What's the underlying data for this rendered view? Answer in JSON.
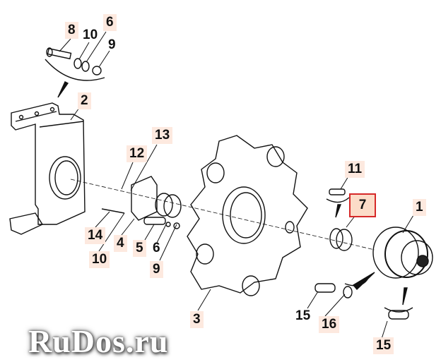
{
  "callouts": [
    {
      "id": "8",
      "text": "8"
    },
    {
      "id": "10a",
      "text": "10"
    },
    {
      "id": "6a",
      "text": "6"
    },
    {
      "id": "9a",
      "text": "9"
    },
    {
      "id": "2",
      "text": "2"
    },
    {
      "id": "13",
      "text": "13"
    },
    {
      "id": "12",
      "text": "12"
    },
    {
      "id": "14",
      "text": "14"
    },
    {
      "id": "10b",
      "text": "10"
    },
    {
      "id": "4",
      "text": "4"
    },
    {
      "id": "5",
      "text": "5"
    },
    {
      "id": "6b",
      "text": "6"
    },
    {
      "id": "9b",
      "text": "9"
    },
    {
      "id": "3",
      "text": "3"
    },
    {
      "id": "11",
      "text": "11"
    },
    {
      "id": "7",
      "text": "7"
    },
    {
      "id": "1",
      "text": "1"
    },
    {
      "id": "15a",
      "text": "15"
    },
    {
      "id": "16",
      "text": "16"
    },
    {
      "id": "15b",
      "text": "15"
    }
  ],
  "highlighted_callout": "7",
  "highlight_color": "#d62828",
  "watermark": "RuDos.ru"
}
